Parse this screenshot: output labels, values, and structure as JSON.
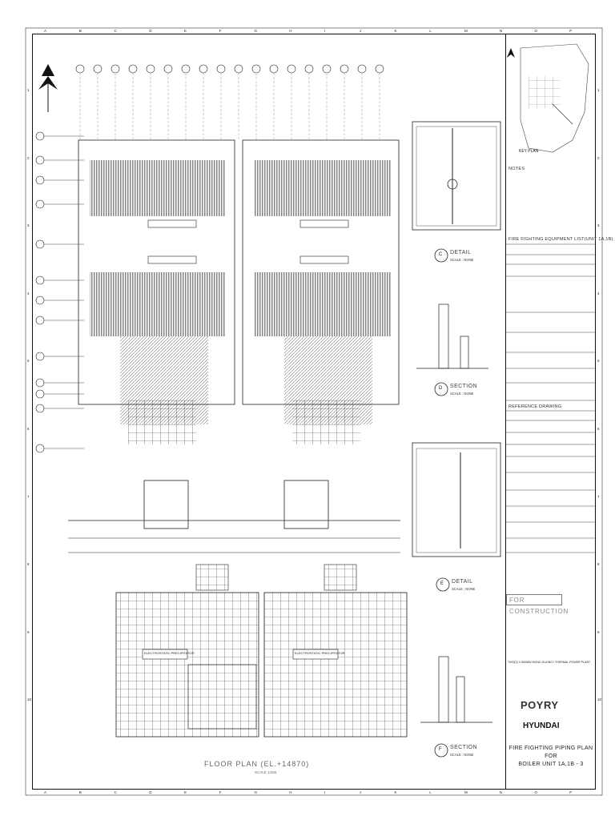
{
  "drawing": {
    "plan_title": "FLOOR PLAN (EL.+14870)",
    "plan_scale": "SCALE 1/250",
    "key_plan_label": "KEY PLAN",
    "notes_heading": "NOTES",
    "equipment_list_heading": "FIRE FIGHTING EQUIPMENT LIST(UNIT 1A,1B)",
    "reference_heading": "REFERENCE DRAWING",
    "status_stamp": "FOR CONSTRUCTION",
    "project_name": "TWO(2) X 600MW MONG DUONG I THERMAL POWER PLANT",
    "consultant_logo": "POYRY",
    "contractor_logo": "HYUNDAI",
    "title_line1": "FIRE FIGHTING PIPING PLAN FOR",
    "title_line2": "BOILER UNIT 1A,1B - 3",
    "section_c": "DETAIL",
    "section_d": "SECTION",
    "section_e": "DETAIL",
    "section_f": "SECTION",
    "circle_c": "C",
    "circle_d": "D",
    "circle_e": "E",
    "circle_f": "F",
    "sub_scale": "SCALE : NONE",
    "grid_columns": [
      "A",
      "B",
      "C",
      "D",
      "E",
      "F",
      "G",
      "H",
      "I",
      "J",
      "K",
      "L",
      "M",
      "N",
      "O",
      "P"
    ],
    "grid_rows": [
      "1",
      "2",
      "3",
      "4",
      "5",
      "6",
      "7",
      "8",
      "9",
      "10"
    ],
    "area_label_left": "ELECTROSTATIC PRECIPITATOR",
    "area_label_right": "ELECTROSTATIC PRECIPITATOR"
  }
}
